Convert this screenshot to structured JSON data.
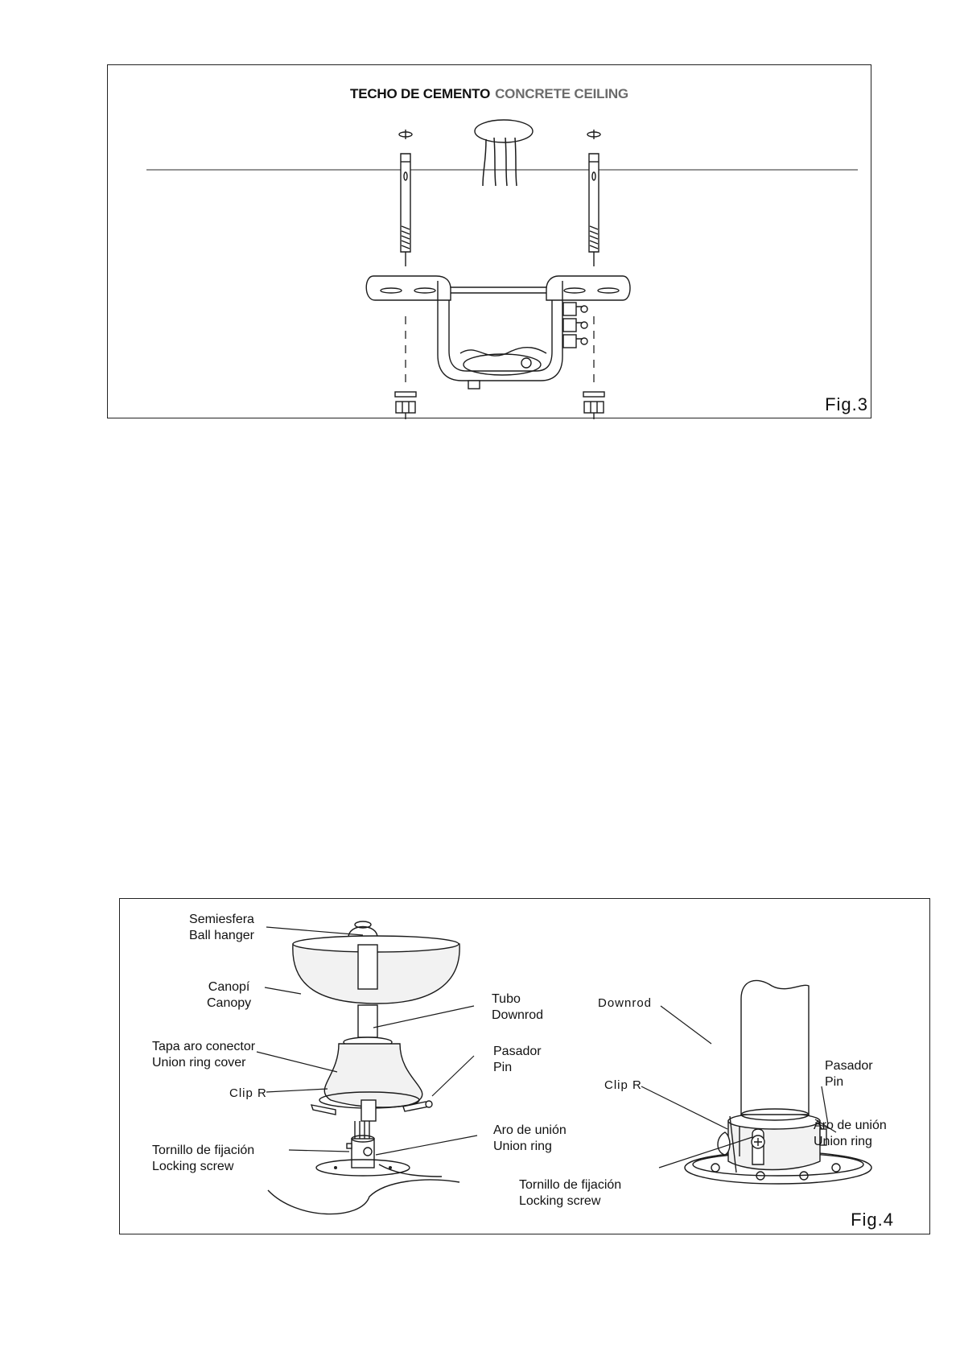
{
  "fig3": {
    "title_es": "TECHO DE CEMENTO",
    "title_en": "CONCRETE CEILING",
    "label": "Fig.3"
  },
  "fig4": {
    "label": "Fig.4",
    "left_callouts": {
      "ball_hanger": [
        "Semiesfera",
        "Ball hanger"
      ],
      "canopy": [
        "Canopí",
        "Canopy"
      ],
      "union_ring_cover": [
        "Tapa aro conector",
        "Union ring cover"
      ],
      "clip_r": "Clip R",
      "locking_screw": [
        "Tornillo de fijación",
        "Locking screw"
      ],
      "downrod": [
        "Tubo",
        "Downrod"
      ],
      "pin": [
        "Pasador",
        "Pin"
      ],
      "union_ring": [
        "Aro de unión",
        "Union ring"
      ]
    },
    "right_callouts": {
      "downrod": "Downrod",
      "clip_r": "Clip R",
      "pin": [
        "Pasador",
        "Pin"
      ],
      "union_ring": [
        "Aro de unión",
        "Union ring"
      ],
      "locking_screw": [
        "Tornillo de fijación",
        "Locking screw"
      ]
    }
  }
}
